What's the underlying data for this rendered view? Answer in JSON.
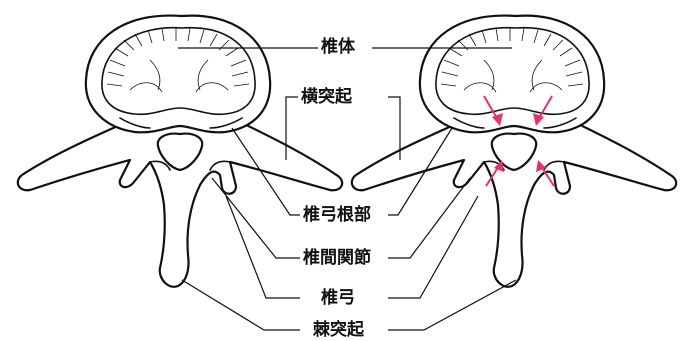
{
  "labels": {
    "vertebral_body": "椎体",
    "transverse_process": "横突起",
    "pedicle": "椎弓根部",
    "facet_joint": "椎間関節",
    "lamina": "椎弓",
    "spinous_process": "棘突起"
  },
  "colors": {
    "line": "#111111",
    "arrow": "#e8306a",
    "background": "#ffffff"
  }
}
